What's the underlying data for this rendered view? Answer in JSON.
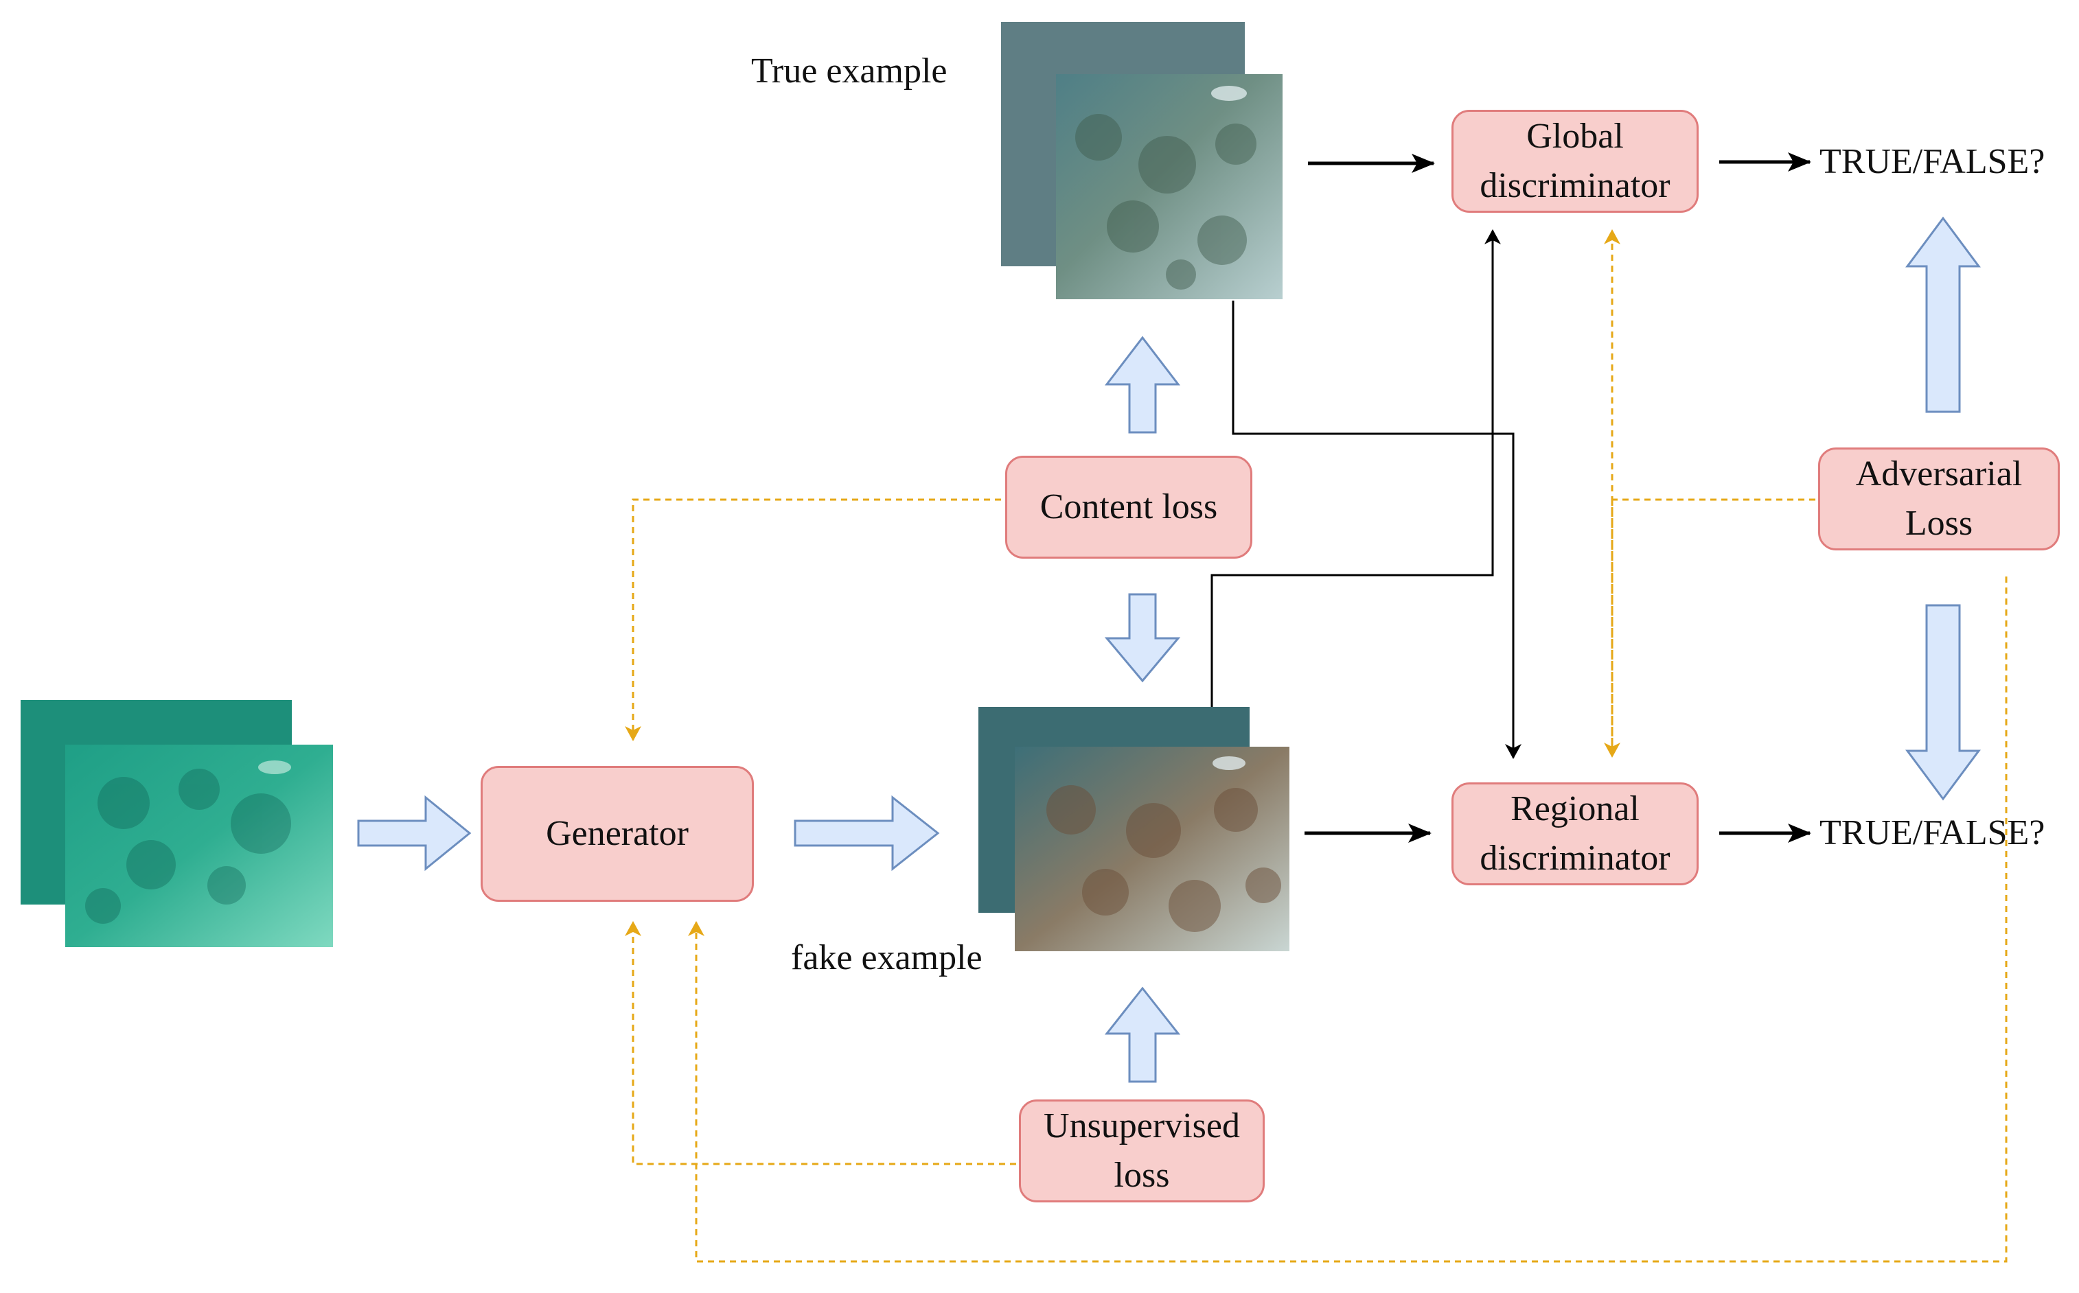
{
  "nodes": {
    "generator": "Generator",
    "content_loss": "Content loss",
    "unsupervised_loss_line1": "Unsupervised",
    "unsupervised_loss_line2": "loss",
    "global_disc_line1": "Global",
    "global_disc_line2": "discriminator",
    "regional_disc_line1": "Regional",
    "regional_disc_line2": "discriminator",
    "adversarial_line1": "Adversarial",
    "adversarial_line2": "Loss"
  },
  "labels": {
    "true_example": "True example",
    "fake_example": "fake example",
    "global_output": "TRUE/FALSE?",
    "regional_output": "TRUE/FALSE?"
  },
  "colors": {
    "node_fill": "#f8cecc",
    "node_border": "#e07c7c",
    "block_arrow_fill": "#dae8fc",
    "block_arrow_stroke": "#6c8ebf",
    "loss_line": "#e6a817",
    "flow_line": "#000000"
  }
}
